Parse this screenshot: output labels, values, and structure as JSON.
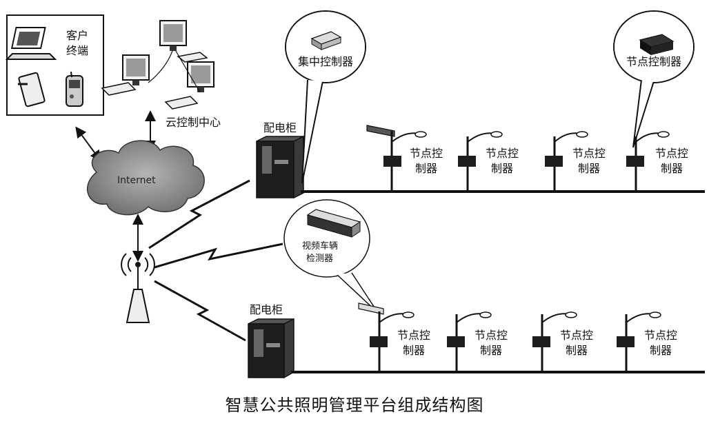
{
  "labels": {
    "client_terminal_l1": "客户",
    "client_terminal_l2": "终端",
    "cloud_center": "云控制中心",
    "internet": "Internet",
    "cabinet_top": "配电柜",
    "cabinet_bottom": "配电柜",
    "central_controller": "集中控制器",
    "node_controller_callout": "节点控制器",
    "video_detector_l1": "视频车辆",
    "video_detector_l2": "检测器",
    "node_l1": "节点控",
    "node_l2": "制器"
  },
  "caption": "智慧公共照明管理平台组成结构图",
  "colors": {
    "ink": "#111111",
    "cloud_fill": "#8a8a8a",
    "device_fill": "#1e1e1e"
  }
}
